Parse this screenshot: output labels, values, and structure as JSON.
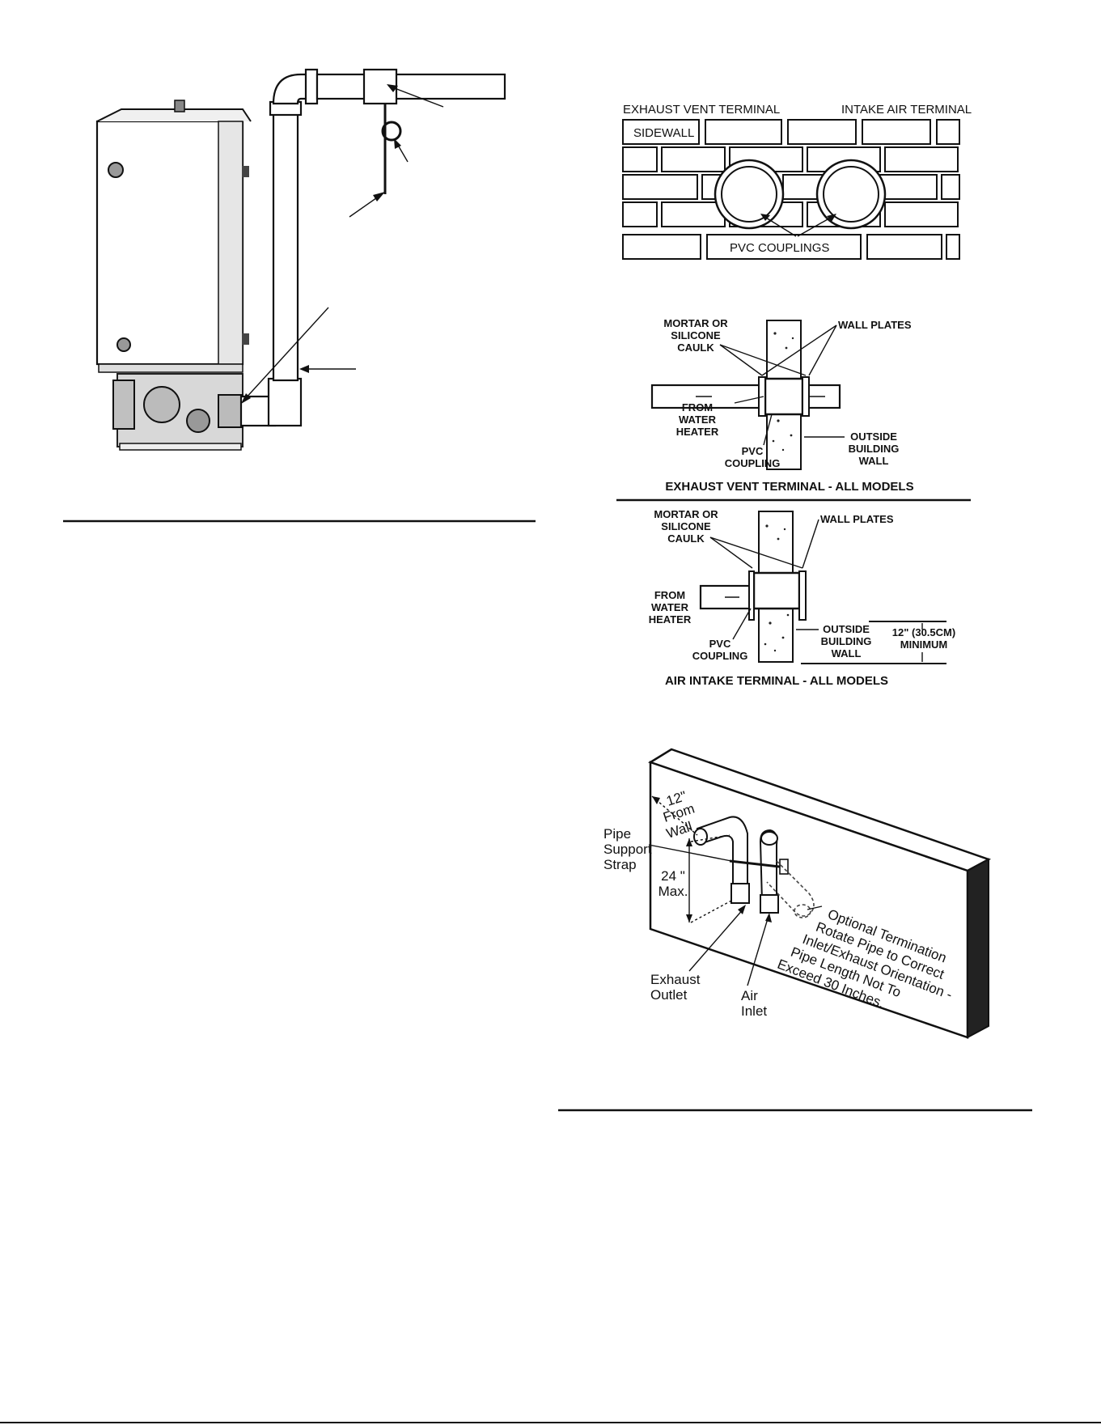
{
  "sidewall_figure": {
    "exhaust_label": "EXHAUST VENT TERMINAL",
    "intake_label": "INTAKE AIR TERMINAL",
    "sidewall_label": "SIDEWALL",
    "couplings_label": "PVC COUPLINGS"
  },
  "exhaust_detail": {
    "mortar_label_line1": "MORTAR OR",
    "mortar_label_line2": "SILICONE",
    "mortar_label_line3": "CAULK",
    "wall_plates_label": "WALL PLATES",
    "from_heater_line1": "FROM",
    "from_heater_line2": "WATER",
    "from_heater_line3": "HEATER",
    "coupling_line1": "PVC",
    "coupling_line2": "COUPLING",
    "outside_line1": "OUTSIDE",
    "outside_line2": "BUILDING",
    "outside_line3": "WALL",
    "caption": "EXHAUST VENT TERMINAL - ALL MODELS"
  },
  "intake_detail": {
    "mortar_label_line1": "MORTAR OR",
    "mortar_label_line2": "SILICONE",
    "mortar_label_line3": "CAULK",
    "wall_plates_label": "WALL PLATES",
    "from_heater_line1": "FROM",
    "from_heater_line2": "WATER",
    "from_heater_line3": "HEATER",
    "coupling_line1": "PVC",
    "coupling_line2": "COUPLING",
    "outside_line1": "OUTSIDE",
    "outside_line2": "BUILDING",
    "outside_line3": "WALL",
    "minimum_line1": "12\" (30.5CM)",
    "minimum_line2": "MINIMUM",
    "caption": "AIR INTAKE TERMINAL - ALL MODELS"
  },
  "wall_figure": {
    "from_wall_line1": "12\"",
    "from_wall_line2": "From",
    "from_wall_line3": "Wall",
    "strap_line1": "Pipe",
    "strap_line2": "Support",
    "strap_line3": "Strap",
    "max_line1": "24 \"",
    "max_line2": "Max.",
    "exhaust_line1": "Exhaust",
    "exhaust_line2": "Outlet",
    "air_line1": "Air",
    "air_line2": "Inlet",
    "optional_line1": "Optional Termination",
    "optional_line2": "Rotate Pipe to Correct",
    "optional_line3": "Inlet/Exhaust Orientation -",
    "optional_line4": "Pipe Length Not To",
    "optional_line5": "Exceed 30 Inches."
  }
}
